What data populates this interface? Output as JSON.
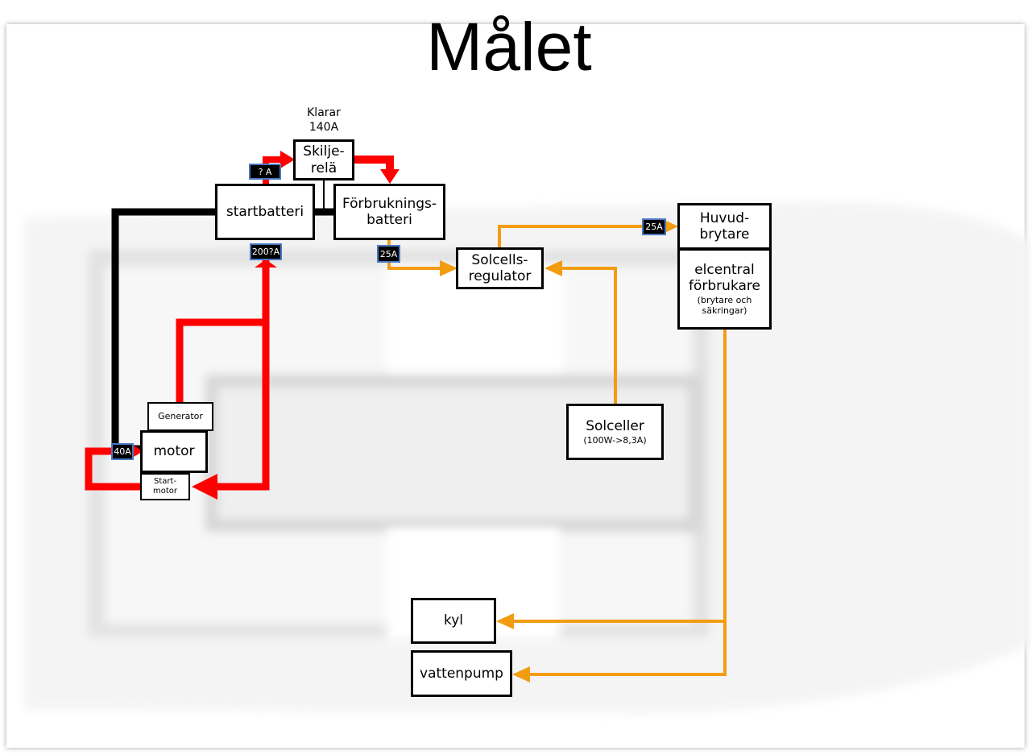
{
  "title": "Målet",
  "colors": {
    "red": "#ff0000",
    "orange": "#f39c12",
    "black": "#000000",
    "amp_bg": "#000000",
    "amp_border": "#4a78c4"
  },
  "note": {
    "line1": "Klarar",
    "line2": "140A"
  },
  "boxes": {
    "skiljerela": {
      "line1": "Skilje-",
      "line2": "relä"
    },
    "startbatteri": {
      "label": "startbatteri"
    },
    "forbrukningsbatteri": {
      "line1": "Förbruknings-",
      "line2": "batteri"
    },
    "solcellsregulator": {
      "line1": "Solcells-",
      "line2": "regulator"
    },
    "huvudbrytare": {
      "line1": "Huvud-",
      "line2": "brytare"
    },
    "elcentral": {
      "line1": "elcentral",
      "line2": "förbrukare",
      "sub1": "(brytare och",
      "sub2": "säkringar)"
    },
    "generator": {
      "label": "Generator"
    },
    "motor": {
      "label": "motor"
    },
    "startmotor": {
      "line1": "Start-",
      "line2": "motor"
    },
    "solceller": {
      "line1": "Solceller",
      "sub": "(100W->8,3A)"
    },
    "kyl": {
      "label": "kyl"
    },
    "vattenpump": {
      "label": "vattenpump"
    }
  },
  "amps": {
    "start_rela": "? A",
    "start_motor": "200?A",
    "forbr_regulator": "25A",
    "regulator_huvud": "25A",
    "motor_fuse": "40A"
  }
}
